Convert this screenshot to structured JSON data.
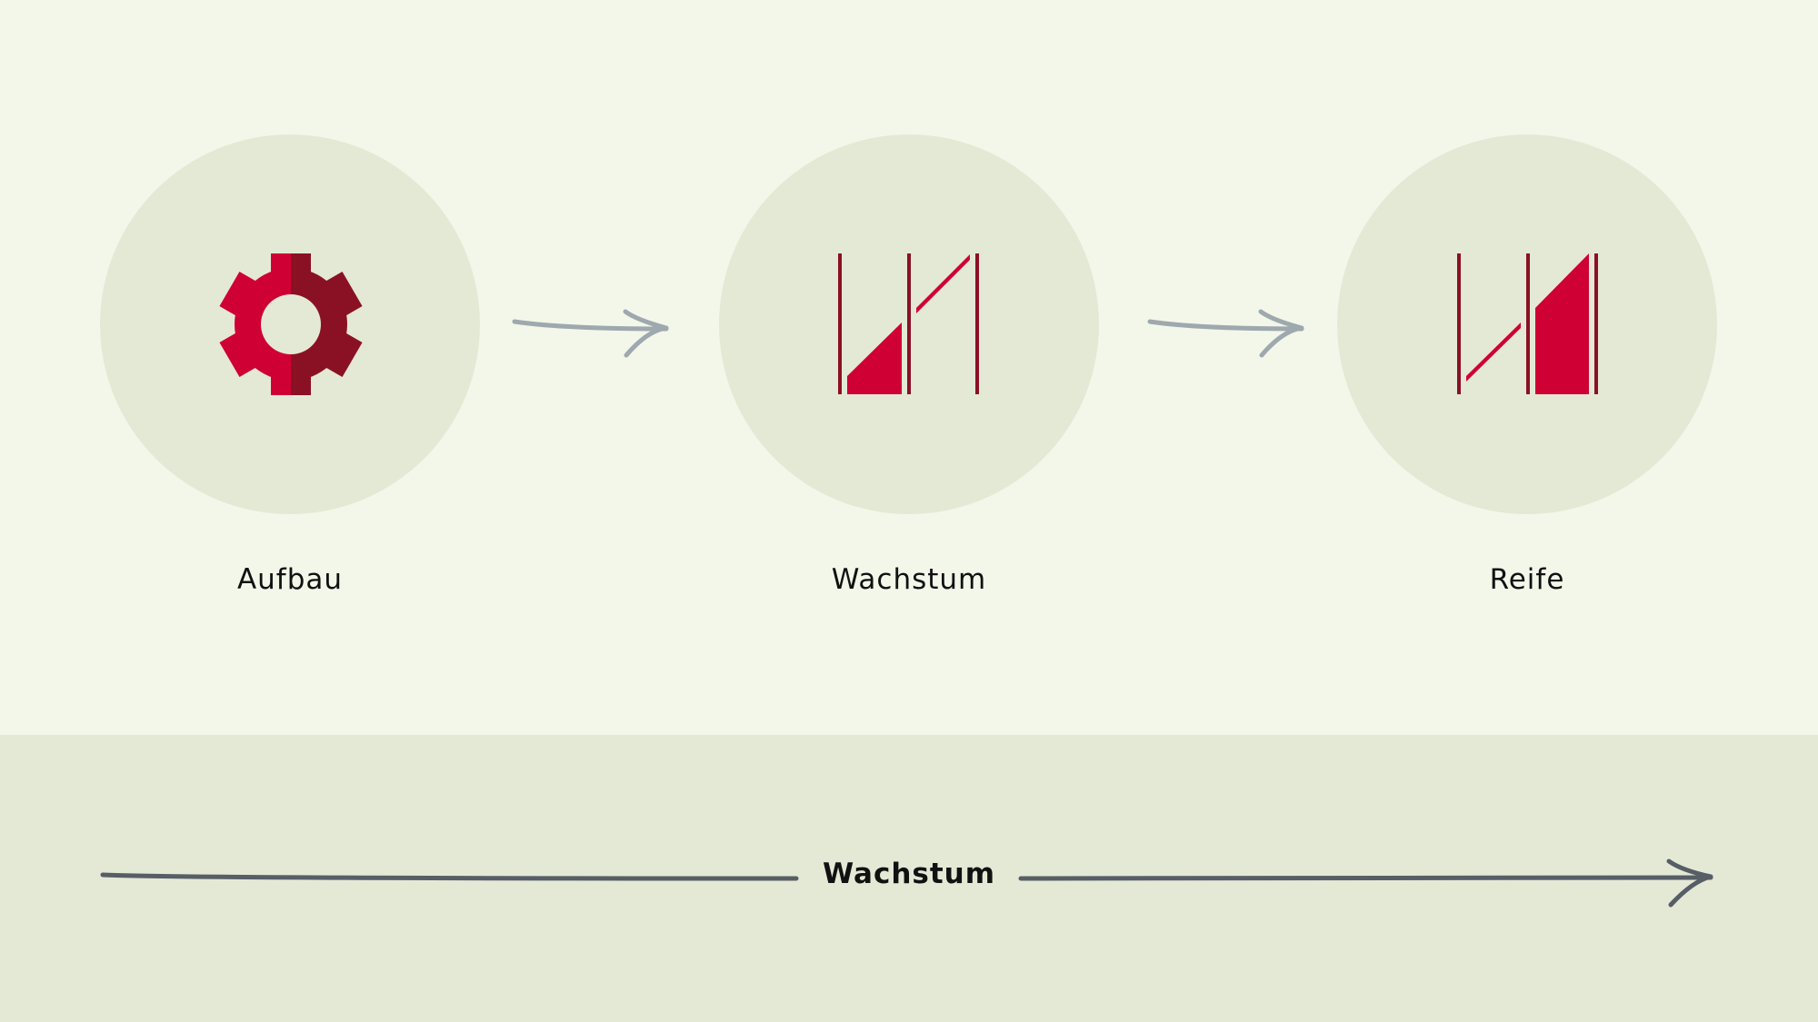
{
  "stages": [
    {
      "label": "Aufbau",
      "icon": "gear-icon"
    },
    {
      "label": "Wachstum",
      "icon": "growth-chart-icon"
    },
    {
      "label": "Reife",
      "icon": "maturity-chart-icon"
    }
  ],
  "axis": {
    "label": "Wachstum"
  },
  "colors": {
    "background": "#f3f7e9",
    "circle": "#e4e9d6",
    "red": "#cf0033",
    "darkred": "#8a1124",
    "arrow": "#9ea8ae",
    "axis": "#575e66"
  }
}
